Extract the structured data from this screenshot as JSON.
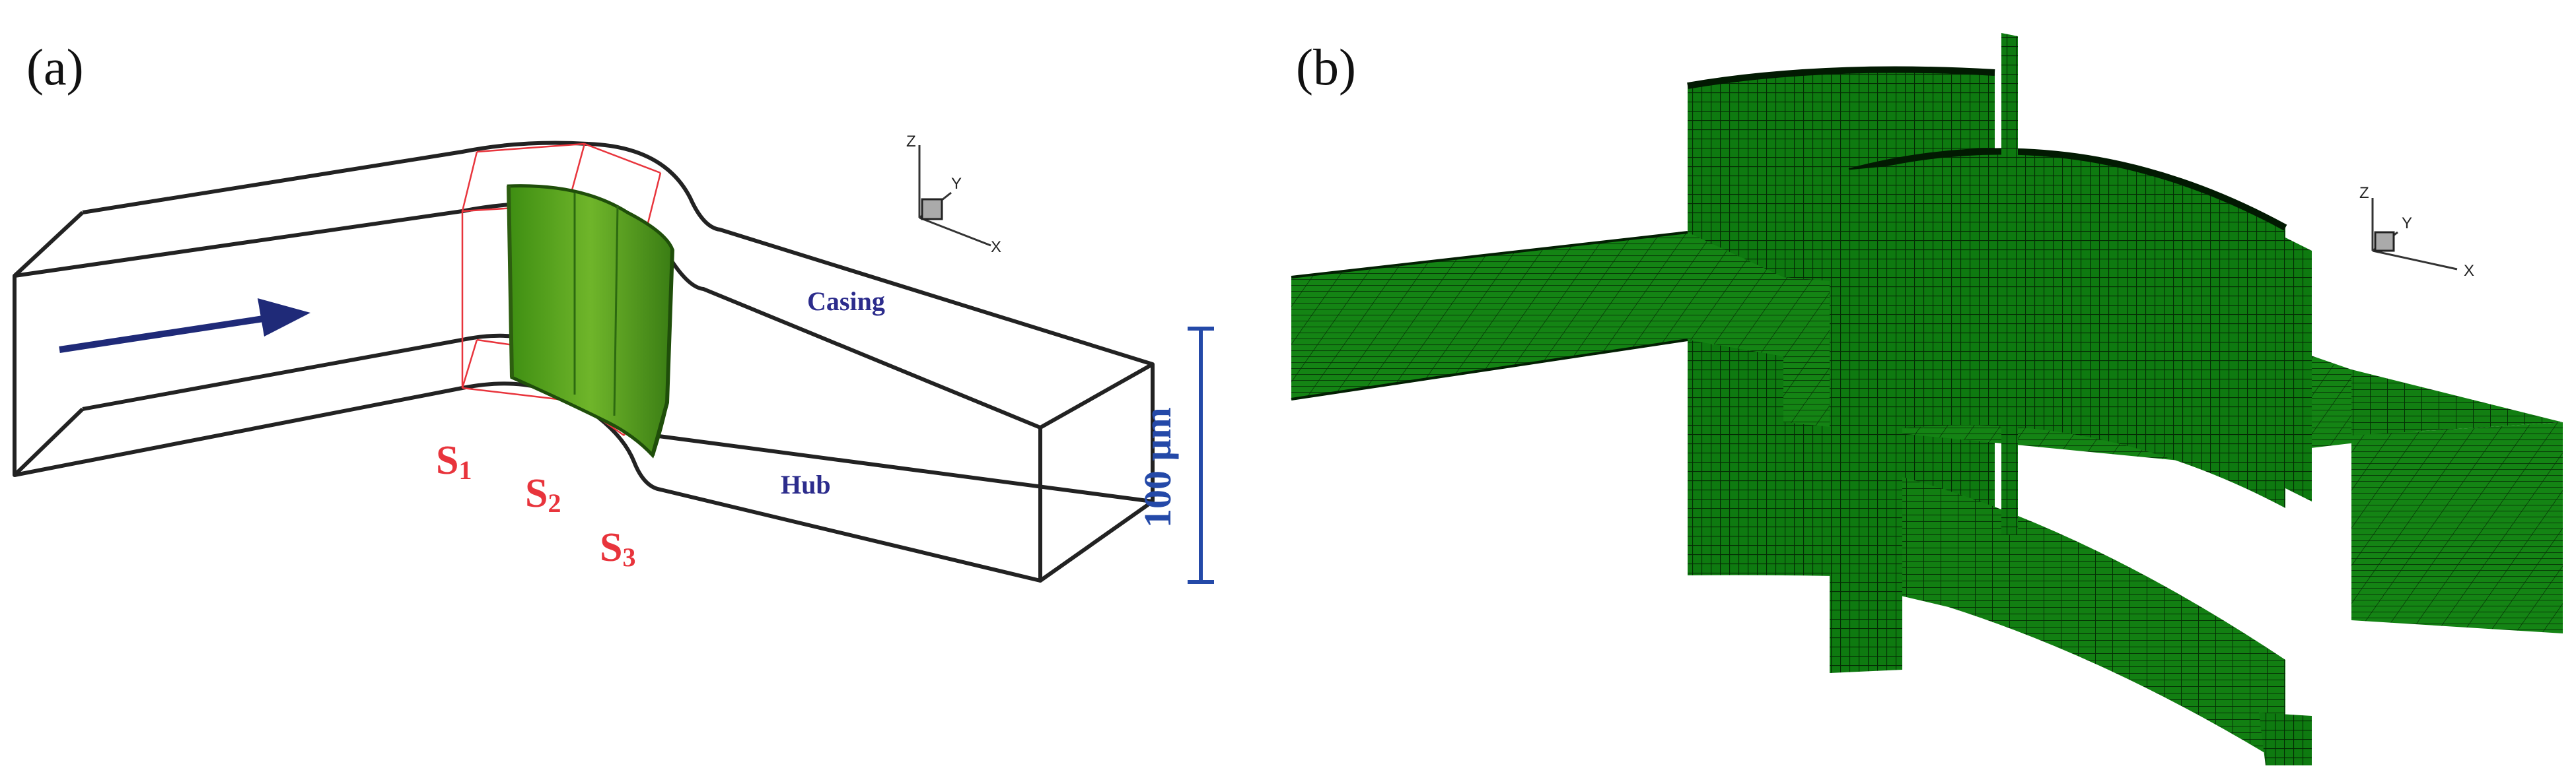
{
  "panels": {
    "a": {
      "label": "(a)",
      "sections": [
        {
          "main": "S",
          "sub": "1"
        },
        {
          "main": "S",
          "sub": "2"
        },
        {
          "main": "S",
          "sub": "3"
        }
      ],
      "casing_label": "Casing",
      "hub_label": "Hub",
      "scale_bar_label": "100 μm",
      "axis_labels": {
        "z": "Z",
        "y": "Y",
        "x": "X"
      }
    },
    "b": {
      "label": "(b)",
      "axis_labels": {
        "z": "Z",
        "y": "Y",
        "x": "X"
      }
    }
  },
  "colors": {
    "wireframe": "#222222",
    "section_lines": "#e8343c",
    "blade_green": "#4a9a1a",
    "flow_arrow": "#1f2a78",
    "mesh_green": "#0c6a0c",
    "scale_bar": "#2449a8"
  }
}
